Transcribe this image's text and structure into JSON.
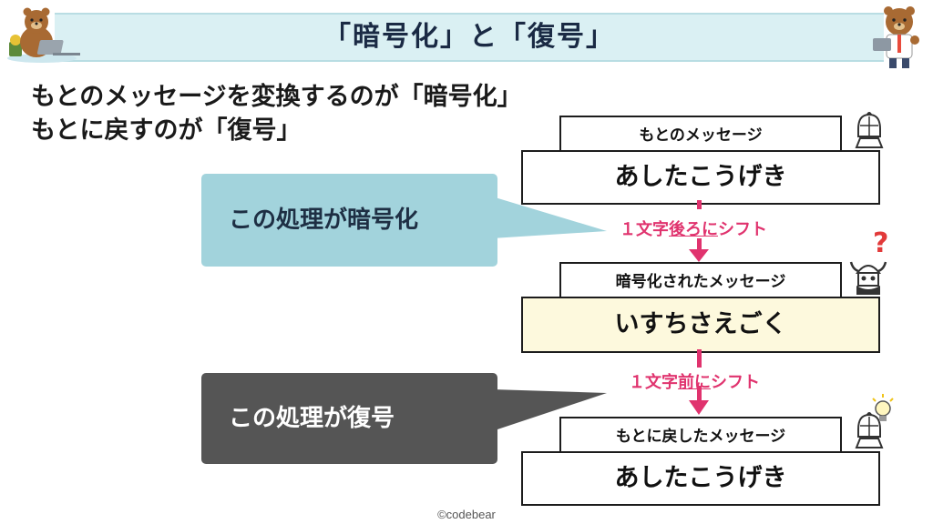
{
  "title": "「暗号化」と「復号」",
  "intro": {
    "line1": "もとのメッセージを変換するのが「暗号化」",
    "line2": "もとに戻すのが「復号」"
  },
  "flow": {
    "original_label": "もとのメッセージ",
    "original_text": "あしたこうげき",
    "shift1_prefix": "１文字",
    "shift1_under": "後ろに",
    "shift1_suffix": "シフト",
    "encrypted_label": "暗号化されたメッセージ",
    "encrypted_text": "いすちさえごく",
    "shift2_prefix": "１文字",
    "shift2_under": "前に",
    "shift2_suffix": "シフト",
    "restored_label": "もとに戻したメッセージ",
    "restored_text": "あしたこうげき"
  },
  "callouts": {
    "encrypt": "この処理が暗号化",
    "decrypt": "この処理が復号"
  },
  "footer": "©codebear",
  "colors": {
    "title_bg": "#daf0f3",
    "encrypt_callout": "#a2d3dc",
    "decrypt_callout": "#555555",
    "encrypted_msg_bg": "#fdf9dd",
    "arrow": "#e0336e"
  },
  "icons": [
    "bear-laptop-icon",
    "bear-waving-icon",
    "knight-icon",
    "viking-icon",
    "question-mark-icon",
    "lightbulb-icon"
  ]
}
